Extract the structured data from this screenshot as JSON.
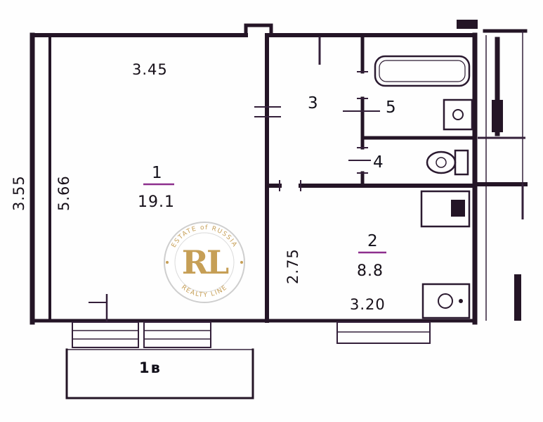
{
  "plan": {
    "rooms": {
      "room1": {
        "number": "1",
        "area": "19.1"
      },
      "room2": {
        "number": "2",
        "area": "8.8"
      },
      "room3": {
        "number": "3"
      },
      "room4": {
        "number": "4"
      },
      "room5": {
        "number": "5"
      },
      "balcony": {
        "label": "1в"
      }
    },
    "dimensions": {
      "room1_width": "3.45",
      "room1_depth": "5.66",
      "outer_left": "3.55",
      "kitchen_depth": "2.75",
      "kitchen_width": "3.20"
    }
  },
  "watermark": {
    "arc_top": "ESTATE of RUSSIA",
    "monogram": "RL",
    "arc_bottom": "REALTY LINE"
  },
  "colors": {
    "line": "#241526",
    "accent_underline": "#8d2f8d",
    "watermark_gold": "#c49a4e",
    "watermark_ring": "#cccccc"
  }
}
